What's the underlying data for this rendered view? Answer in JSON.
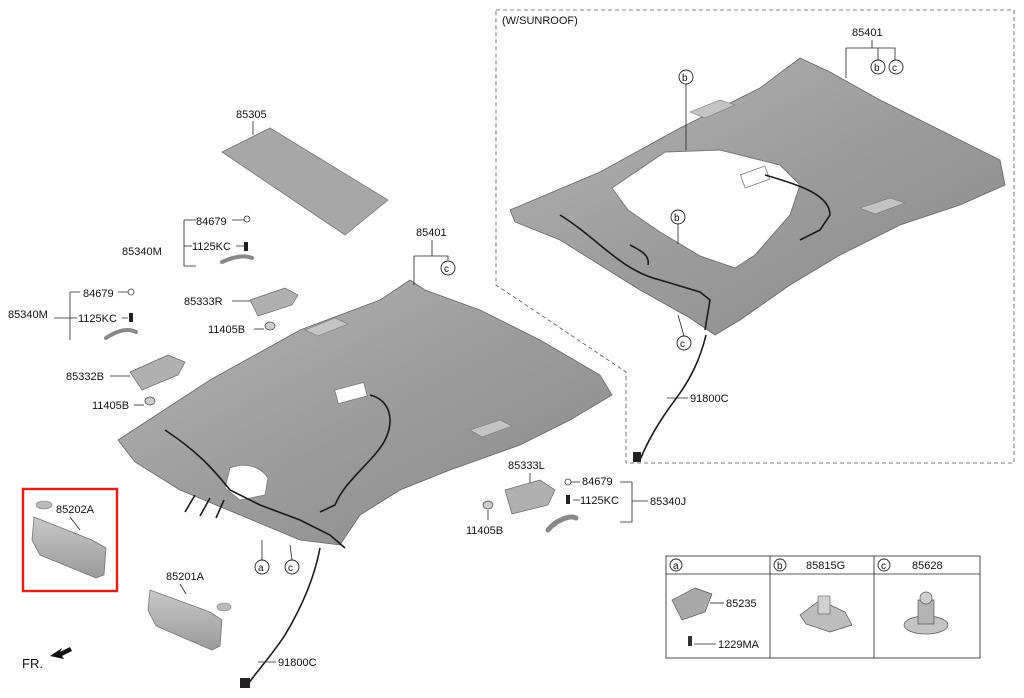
{
  "labels": {
    "sunroof_title": "(W/SUNROOF)",
    "p85401_top": "85401",
    "p85401_main": "85401",
    "p85305": "85305",
    "p84679_a": "84679",
    "p1125kc_a": "1125KC",
    "p85340m_a": "85340M",
    "p84679_b": "84679",
    "p1125kc_b": "1125KC",
    "p85340m_b": "85340M",
    "p85333r": "85333R",
    "p11405b_a": "11405B",
    "p85332b": "85332B",
    "p11405b_b": "11405B",
    "p85202a": "85202A",
    "p85201a": "85201A",
    "p91800c_top": "91800C",
    "p91800c_main": "91800C",
    "p85333l": "85333L",
    "p84679_c": "84679",
    "p1125kc_c": "1125KC",
    "p85340j": "85340J",
    "p11405b_c": "11405B",
    "fr": "FR.",
    "legend_a_part1": "85235",
    "legend_a_part2": "1229MA",
    "legend_b_part": "85815G",
    "legend_c_part": "85628"
  },
  "callouts": {
    "a": "a",
    "b": "b",
    "c": "c"
  },
  "colors": {
    "highlight": "#d9241c",
    "headliner": "#9a9a9a",
    "background": "#ffffff"
  }
}
